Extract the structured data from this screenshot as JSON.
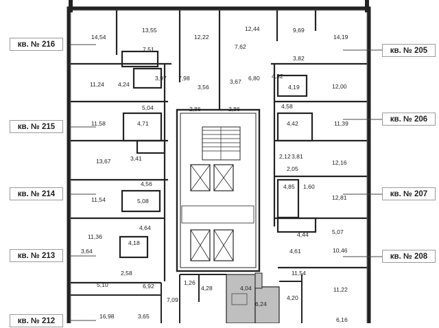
{
  "apartment_labels": [
    {
      "id": "216",
      "text": "кв. № 216"
    },
    {
      "id": "215",
      "text": "кв. № 215"
    },
    {
      "id": "214",
      "text": "кв. № 214"
    },
    {
      "id": "213",
      "text": "кв. № 213"
    },
    {
      "id": "212",
      "text": "кв. № 212"
    },
    {
      "id": "205",
      "text": "кв. № 205"
    },
    {
      "id": "206",
      "text": "кв. № 206"
    },
    {
      "id": "207",
      "text": "кв. № 207"
    },
    {
      "id": "208",
      "text": "кв. № 208"
    }
  ],
  "room_areas": [
    "14,54",
    "13,55",
    "12,22",
    "12,44",
    "9,69",
    "14,19",
    "7,51",
    "7,62",
    "3,82",
    "3,97",
    "7,98",
    "3,56",
    "3,67",
    "6,80",
    "4,32",
    "11,24",
    "4,24",
    "4,19",
    "12,00",
    "5,04",
    "2,86",
    "2,86",
    "4,58",
    "4,71",
    "11,58",
    "4,42",
    "11,39",
    "13,67",
    "3,41",
    "2,12",
    "3,81",
    "12,16",
    "2,05",
    "4,56",
    "4,85",
    "1,60",
    "11,54",
    "5,08",
    "12,81",
    "4,64",
    "4,44",
    "5,07",
    "11,36",
    "4,18",
    "3,64",
    "4,61",
    "10,46",
    "2,58",
    "11,54",
    "5,10",
    "6,92",
    "1,26",
    "4,28",
    "4,04",
    "4,20",
    "11,22",
    "7,09",
    "6,24",
    "16,98",
    "3,65",
    "6,16"
  ],
  "colors": {
    "walls": "#222222",
    "lines": "#555555",
    "highlight_unit": "#bfbfbf",
    "label_border": "#9a9a9a"
  }
}
